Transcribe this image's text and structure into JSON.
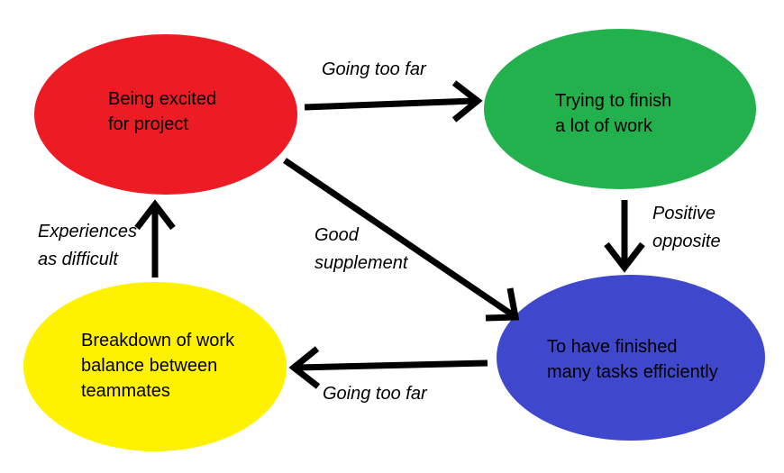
{
  "diagram": {
    "background": "#ffffff",
    "arrow_color": "#000000",
    "text_color": "#000000",
    "nodes": [
      {
        "id": "being-excited",
        "label": "Being excited\nfor project",
        "color": "#ed1c24"
      },
      {
        "id": "trying-to-finish",
        "label": "Trying to finish\na lot of work",
        "color": "#22b14c"
      },
      {
        "id": "work-breakdown",
        "label": "Breakdown of work\nbalance between\nteammates",
        "color": "#fff200"
      },
      {
        "id": "finished-tasks",
        "label": "To have finished\nmany tasks efficiently",
        "color": "#3f48cc"
      }
    ],
    "edges": [
      {
        "from": "being-excited",
        "to": "trying-to-finish",
        "label": "Going too far"
      },
      {
        "from": "trying-to-finish",
        "to": "finished-tasks",
        "label": "Positive\nopposite"
      },
      {
        "from": "being-excited",
        "to": "finished-tasks",
        "label": "Good\nsupplement"
      },
      {
        "from": "finished-tasks",
        "to": "work-breakdown",
        "label": "Going too far"
      },
      {
        "from": "work-breakdown",
        "to": "being-excited",
        "label": "Experiences\nas difficult"
      }
    ]
  }
}
